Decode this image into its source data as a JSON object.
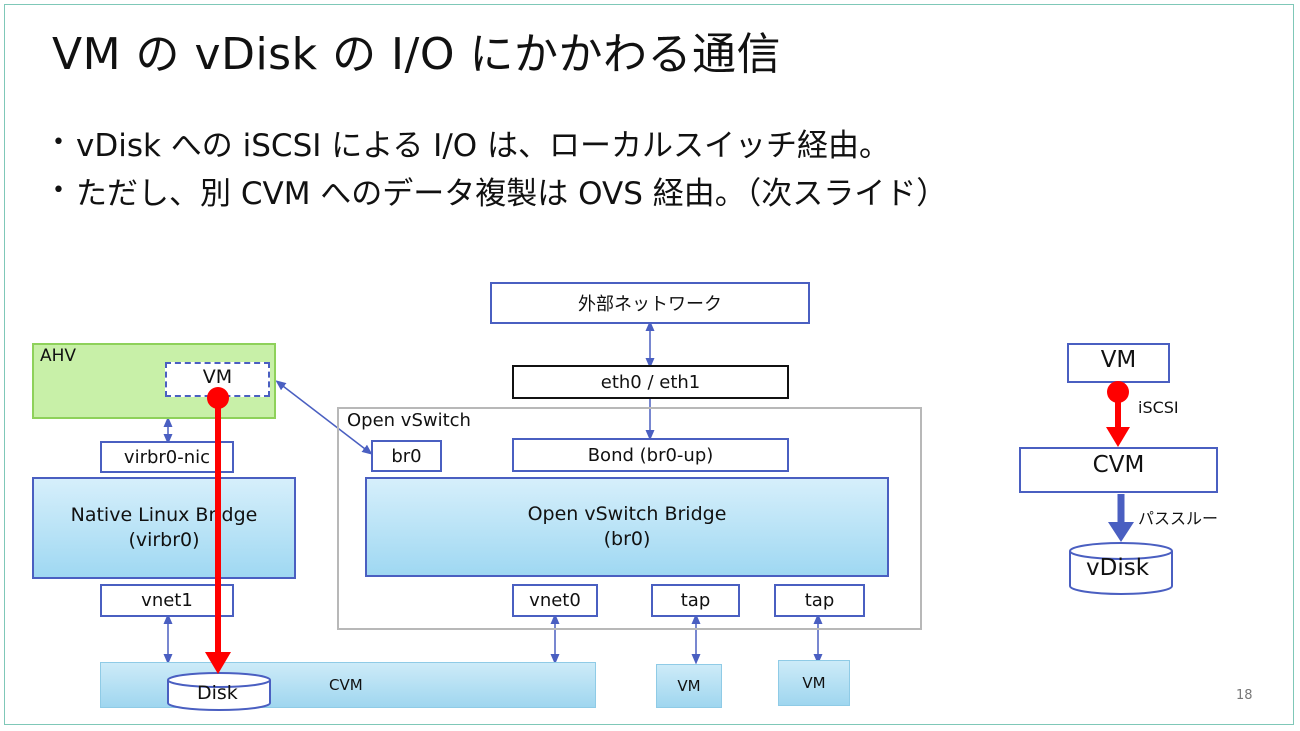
{
  "slide": {
    "title": "VM の vDisk の I/O にかかわる通信",
    "bullets": [
      "vDisk への iSCSI による I/O は、ローカルスイッチ経由。",
      "ただし、別 CVM へのデータ複製は OVS 経由。（次スライド）"
    ],
    "page_number": "18"
  },
  "diagram": {
    "external_network": "外部ネットワーク",
    "eth": "eth0 / eth1",
    "ahv_label": "AHV",
    "vm_label": "VM",
    "ovs_label": "Open vSwitch",
    "br0": "br0",
    "bond": "Bond (br0-up)",
    "virbr0_nic": "virbr0-nic",
    "native_bridge_line1": "Native Linux Bridge",
    "native_bridge_line2": "(virbr0)",
    "ovs_bridge_line1": "Open vSwitch Bridge",
    "ovs_bridge_line2": "(br0)",
    "vnet1": "vnet1",
    "vnet0": "vnet0",
    "tap1": "tap",
    "tap2": "tap",
    "disk": "Disk",
    "cvm": "CVM",
    "vm_block_1": "VM",
    "vm_block_2": "VM"
  },
  "side_diagram": {
    "vm": "VM",
    "iscsi": "iSCSI",
    "cvm": "CVM",
    "passthrough": "パススルー",
    "vdisk": "vDisk"
  },
  "colors": {
    "connector": "#4a5fc1",
    "io_path": "#ff0000",
    "bridge_fill": "#a9dcf3",
    "ahv_fill": "#c8f0a8"
  }
}
